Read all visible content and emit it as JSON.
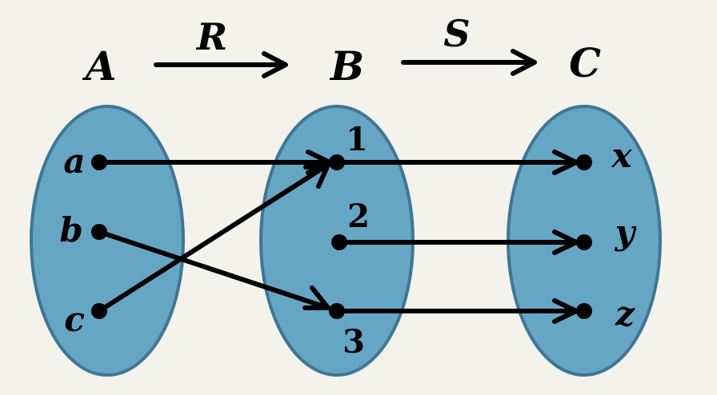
{
  "sets": {
    "A": {
      "label": "A",
      "elements": [
        "a",
        "b",
        "c"
      ]
    },
    "B": {
      "label": "B",
      "elements": [
        "1",
        "2",
        "3"
      ]
    },
    "C": {
      "label": "C",
      "elements": [
        "x",
        "y",
        "z"
      ]
    }
  },
  "relations": {
    "R": {
      "label": "R",
      "from": "A",
      "to": "B",
      "pairs": [
        [
          "a",
          "1"
        ],
        [
          "b",
          "3"
        ],
        [
          "c",
          "1"
        ]
      ]
    },
    "S": {
      "label": "S",
      "from": "B",
      "to": "C",
      "pairs": [
        [
          "1",
          "x"
        ],
        [
          "2",
          "y"
        ],
        [
          "3",
          "z"
        ]
      ]
    }
  },
  "colors": {
    "set_fill": "#66a6c5",
    "set_stroke": "#3f7693",
    "background": "#f3f3ec",
    "ink": "#000000"
  }
}
